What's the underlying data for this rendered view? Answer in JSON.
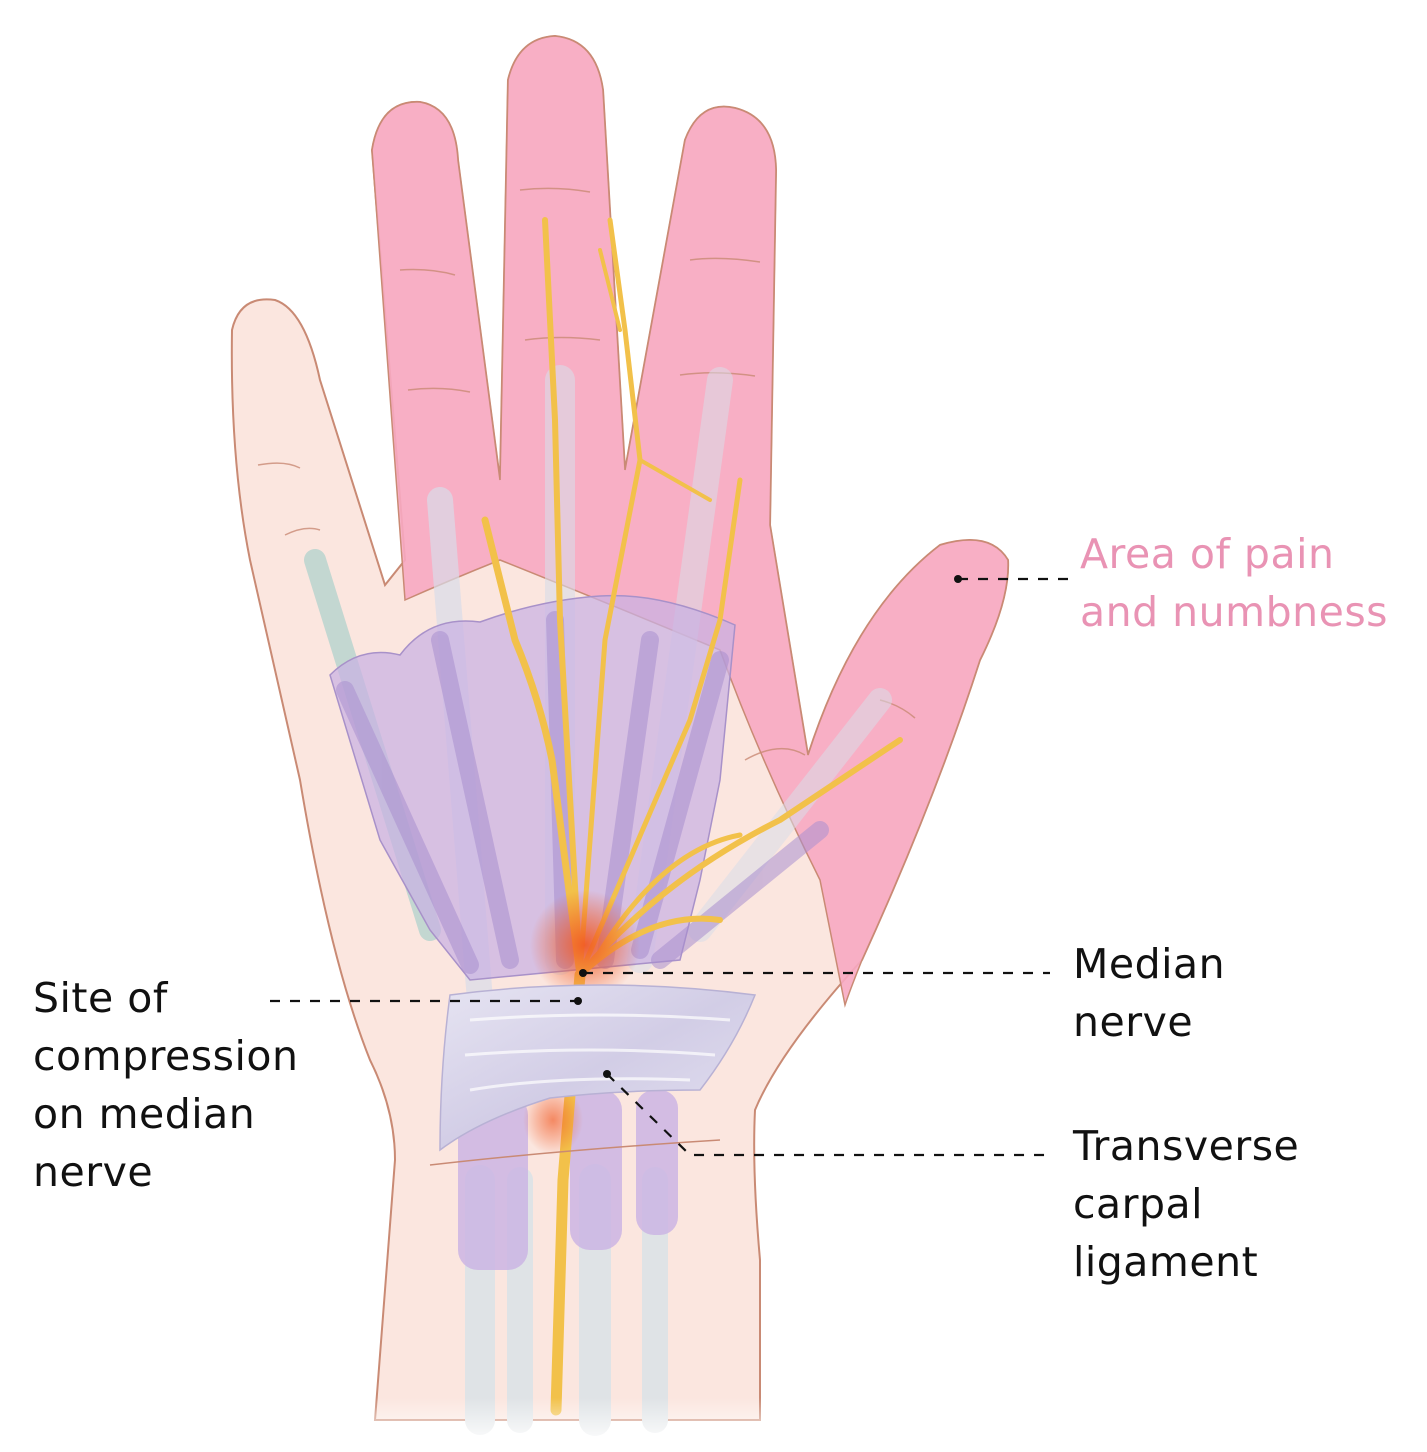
{
  "colors": {
    "pain_label": "#e993b4",
    "label_text": "#111111",
    "skin": "#fbe6df",
    "pain_area": "#f7a9c2",
    "tendon_sheath": "#c9b2e3",
    "nerve": "#f2c14a",
    "compression": "#f15a24",
    "ligament": "#d9d6ea",
    "tendon": "#dfe3e6",
    "outline": "#c98a74"
  },
  "labels": {
    "pain": {
      "line1": "Area of pain",
      "line2": "and numbness"
    },
    "median": {
      "line1": "Median",
      "line2": "nerve"
    },
    "ligament": {
      "line1": "Transverse",
      "line2": "carpal",
      "line3": "ligament"
    },
    "site": {
      "line1": "Site of",
      "line2": "compression",
      "line3": "on median",
      "line4": "nerve"
    }
  }
}
